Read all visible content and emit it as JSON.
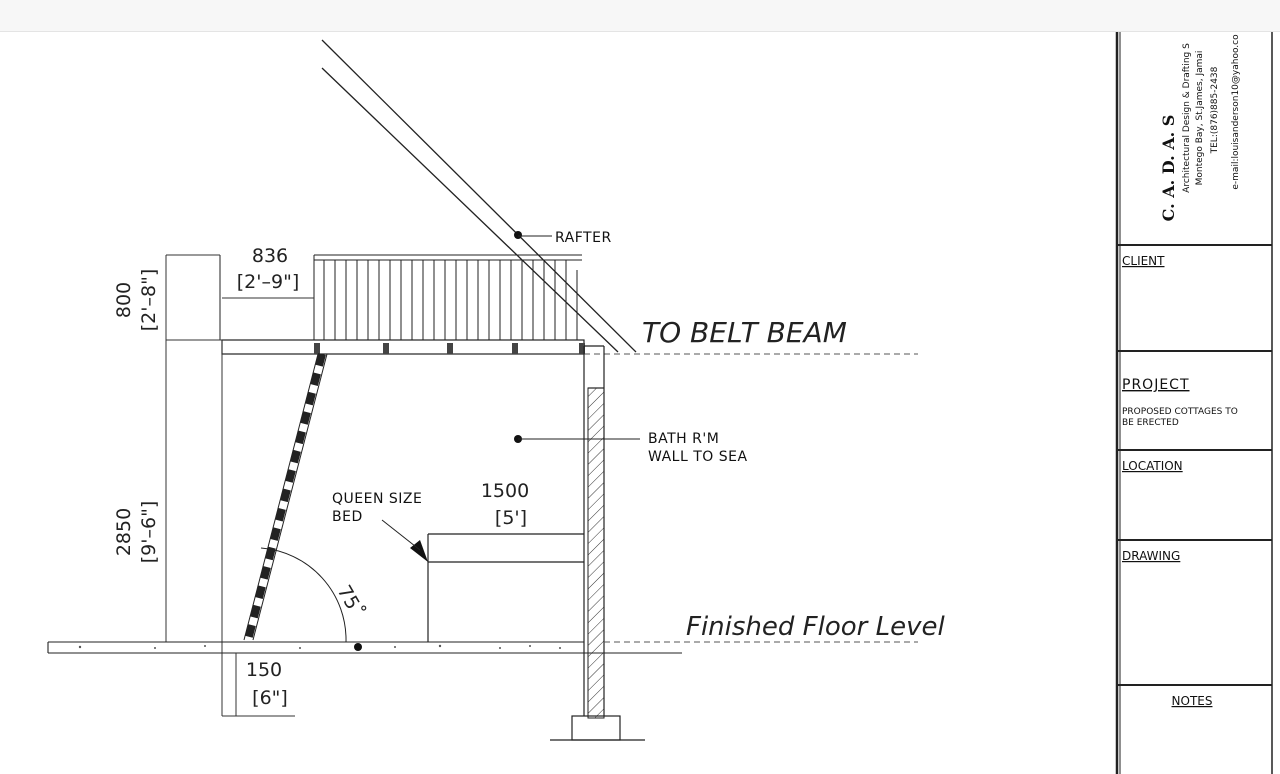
{
  "annotations": {
    "rafter": "RAFTER",
    "to_belt_beam": "TO BELT BEAM",
    "bath_wall_line1": "BATH R'M",
    "bath_wall_line2": "WALL TO SEA",
    "bed_line1": "QUEEN SIZE",
    "bed_line2": "BED",
    "finished_floor": "Finished Floor Level",
    "angle": "75˚"
  },
  "dimensions": {
    "loft_opening_mm": "836",
    "loft_opening_imp": "[2'–9\"]",
    "rail_height_mm": "800",
    "rail_height_imp": "[2'–8\"]",
    "floor_height_mm": "2850",
    "floor_height_imp": "[9'–6\"]",
    "bed_length_mm": "1500",
    "bed_length_imp": "[5']",
    "slab_mm": "150",
    "slab_imp": "[6\"]"
  },
  "title_block": {
    "firm_name": "C. A. D. A. S",
    "firm_line1": "Architectural Design & Drafting S",
    "firm_line2": "Montego Bay, St.James, Jamai",
    "firm_tel": "TEL:(876)885-2438",
    "firm_email": "e-mail:louisanderson10@yahoo.co",
    "client_label": "CLIENT",
    "project_label": "PROJECT",
    "project_line1": "PROPOSED COTTAGES TO",
    "project_line2": "BE ERECTED",
    "location_label": "LOCATION",
    "drawing_label": "DRAWING",
    "notes_label": "NOTES"
  }
}
